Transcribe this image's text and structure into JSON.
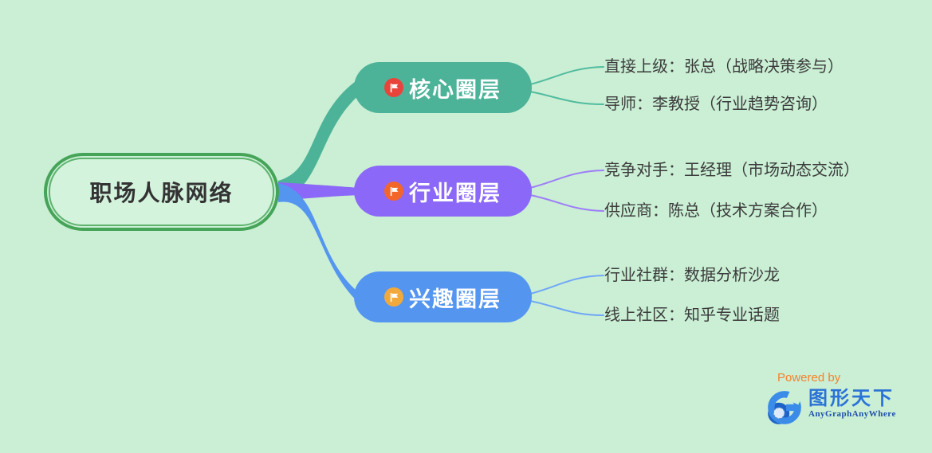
{
  "canvas": {
    "background": "#caefd5",
    "type": "mind-map"
  },
  "root": {
    "label": "职场人脉网络",
    "border_color": "#45a458",
    "inner_border_color": "#5fb36f",
    "fill": "#d4f3dd",
    "text_color": "#333333"
  },
  "branches": [
    {
      "label": "核心圈层",
      "icon": "flag",
      "color": "#4cb398",
      "leaf_line_color": "#52bb9e",
      "icon_bg": "#e8443b",
      "leaves": [
        "直接上级：张总（战略决策参与）",
        "导师：李教授（行业趋势咨询）"
      ]
    },
    {
      "label": "行业圈层",
      "icon": "flag",
      "color": "#8b68f7",
      "leaf_line_color": "#9d7ef7",
      "icon_bg": "#f2662a",
      "leaves": [
        "竞争对手：王经理（市场动态交流）",
        "供应商：陈总（技术方案合作）"
      ]
    },
    {
      "label": "兴趣圈层",
      "icon": "flag",
      "color": "#5495f0",
      "leaf_line_color": "#70a6f6",
      "icon_bg": "#f2a93c",
      "leaves": [
        "行业社群：数据分析沙龙",
        "线上社区：知乎专业话题"
      ]
    }
  ],
  "watermark": {
    "powered_by": "Powered by",
    "powered_color": "#f5812c",
    "brand_cn": "图形天下",
    "brand_cn_color": "#2b72d7",
    "brand_en": "AnyGraphAnyWhere",
    "brand_en_color": "#1d50a8",
    "logo_dark_blue": "#1e63c8",
    "logo_light_blue": "#3b8ce8"
  }
}
